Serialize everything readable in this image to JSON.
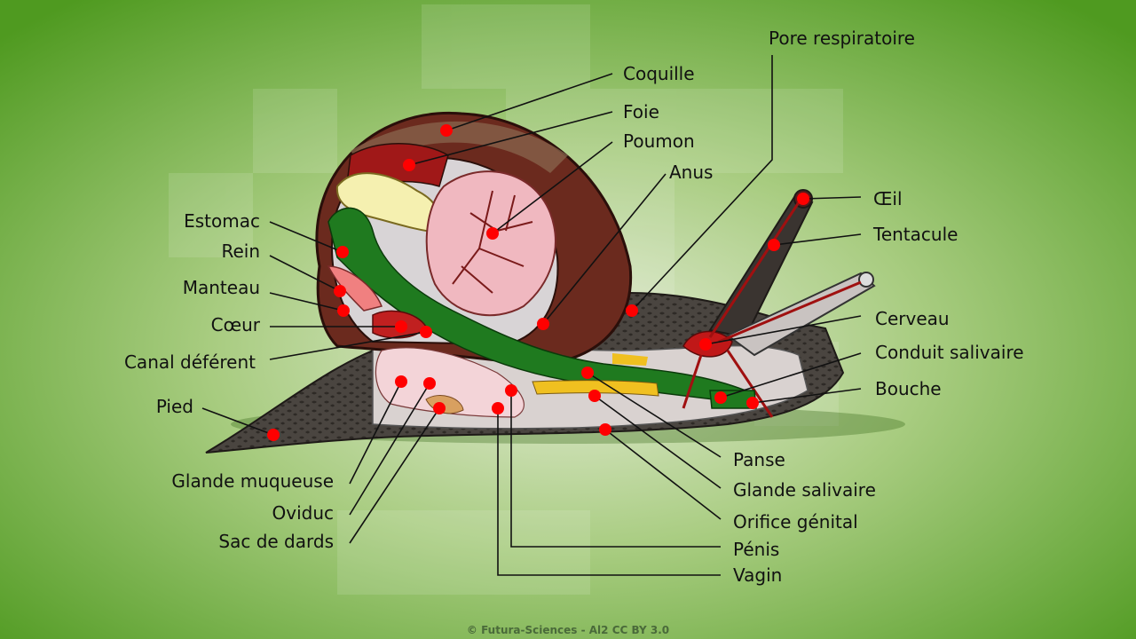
{
  "diagram": {
    "labels": {
      "pore_respiratoire": "Pore respiratoire",
      "coquille": "Coquille",
      "foie": "Foie",
      "poumon": "Poumon",
      "anus": "Anus",
      "oeil": "Œil",
      "tentacule": "Tentacule",
      "estomac": "Estomac",
      "rein": "Rein",
      "manteau": "Manteau",
      "coeur": "Cœur",
      "canal_deferent": "Canal déférent",
      "pied": "Pied",
      "cerveau": "Cerveau",
      "conduit_salivaire": "Conduit salivaire",
      "bouche": "Bouche",
      "glande_muqueuse": "Glande muqueuse",
      "oviduc": "Oviduc",
      "sac_de_dards": "Sac de dards",
      "panse": "Panse",
      "glande_salivaire": "Glande salivaire",
      "orifice_genital": "Orifice génital",
      "penis": "Pénis",
      "vagin": "Vagin"
    },
    "credit": "© Futura-Sciences - Al2 CC BY 3.0",
    "colors": {
      "background": "#5fa02c",
      "marker": "#ff0000",
      "body": "#4a4540",
      "shell": "#6b2a1e",
      "intestine": "#1f7a1f",
      "lung": "#f0b8c0"
    }
  }
}
